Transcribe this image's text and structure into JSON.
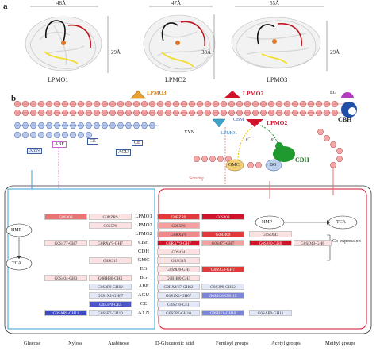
{
  "panel_a": {
    "label": "a",
    "structures": [
      {
        "name": "LPMO1",
        "width": "48Å",
        "height": "29Å"
      },
      {
        "name": "LPMO2",
        "width": "47Å",
        "height": "38Å"
      },
      {
        "name": "LPMO3",
        "width": "55Å",
        "height": "29Å"
      }
    ]
  },
  "panel_b": {
    "label": "b",
    "top_labels": {
      "lpmo3": "LPMO3",
      "lpmo2": "LPMO2",
      "eg": "EG",
      "cbh": "CBH",
      "lpmo1": "LPMO1",
      "cbm": "CBM",
      "lpmo2_lower": "LPMO2",
      "xyn_top": "XYN",
      "xyn_box": "XYN",
      "abf": "ABF",
      "ce_1": "CE",
      "agu": "AGU",
      "ce_2": "CE",
      "e_minus_1": "e⁻",
      "e_minus_2": "e⁻",
      "gmc": "GMC",
      "bg": "BG",
      "cdh": "CDH",
      "sensing": "Sensing"
    },
    "left_box": {
      "hmp": "HMP",
      "tca": "TCA"
    },
    "right_box": {
      "hmp": "HMP",
      "tca": "TCA",
      "co_expression": "Co-expression"
    },
    "row_labels": [
      "LPMO1",
      "LPMO2",
      "LPMO2",
      "CBH",
      "CDH",
      "GMC",
      "EG",
      "BG",
      "ABF",
      "AGU",
      "CE",
      "XYN"
    ],
    "genes": {
      "g_0s408_left": "G0S408",
      "g_0rzr9_left": "G0RZR9",
      "g_0s5p8_left": "G0S5P8",
      "g_0s477_gh7_left": "G0S477-GH7",
      "g_0rxy9_gh7_left": "G0RXY9-GH7",
      "g_0sg15_left": "G0SG15",
      "g_0s404_gh3_left": "G0S404-GH3",
      "g_0rh80_gh3_left": "G0RH80-GH3",
      "g_0s3p9_gh62_left": "G0S3P9-GH62",
      "g_0s1x2_gh67_left": "G0S1X2-GH67",
      "g_0s3p9_ce5_left": "G0S3P9-CE5",
      "g_0sap9_gh11_left": "G0SAP9-GH11",
      "g_0s5p7_gh10_left": "G0S5P7-GH10",
      "g_0rzr9_right": "G0RZR9",
      "g_0s408_right": "G0S408",
      "g_0s5p8_right": "G0S5P8",
      "g_0rxy6_right": "G0RXY6",
      "g_0rh69_right": "G0RH69",
      "g_0sdm3_right": "G0SDM3",
      "g_0rxy9_gh7_right": "G0RXY9-GH7",
      "g_0s477_gh7_right": "G0S477-GH7",
      "g_0s280_gh6_right": "G0S280-GH6",
      "g_0sd43_gh6_right": "G0SD43-GH6",
      "g_0s434_right": "G0S434",
      "g_0sg15_right": "G0SG15",
      "g_0s9d9_gh5_right": "G0S9D9-GH5",
      "g_0s9g3_gh7_right": "G0S9G3-GH7",
      "g_0rh80_gh3_right": "G0RH80-GH3",
      "g_0rxy67_gh62_right": "G0RXY67-GH62",
      "g_0s3p9_gh62_right": "G0S3P9-GH62",
      "g_0s1x2_gh67_right": "G0S1X2-GH67",
      "g_0s2g8_gh115_right": "G0S2G8-GH115",
      "g_0s216_ce1_right": "G0S216-CE1",
      "g_0s5p7_gh10_right": "G0S5P7-GH10",
      "g_0sbf1_gh10_right": "G0SBF1-GH10",
      "g_0sap9_gh11_right": "G0SAP9-GH11"
    }
  },
  "legend": [
    {
      "label": "Glucose",
      "color": "#f4a7a7"
    },
    {
      "label": "Xylose",
      "color": "#c8d4f0"
    },
    {
      "label": "Arabinose",
      "color": "#cc66cc"
    },
    {
      "label": "D-Glucuronic acid",
      "color": "#ffffff"
    },
    {
      "label": "Feruloyl groups",
      "color": "#1f4fa8"
    },
    {
      "label": "Acetyl groups",
      "color": "#e8b84a"
    },
    {
      "label": "Methyl groups",
      "color": "#3fc3d0"
    }
  ],
  "colors": {
    "red_accent": "#d0122a",
    "blue_accent": "#1f76c6",
    "glucose": "#f4a7a7",
    "xylose": "#b8c8ec",
    "green": "#1f9a2f"
  }
}
